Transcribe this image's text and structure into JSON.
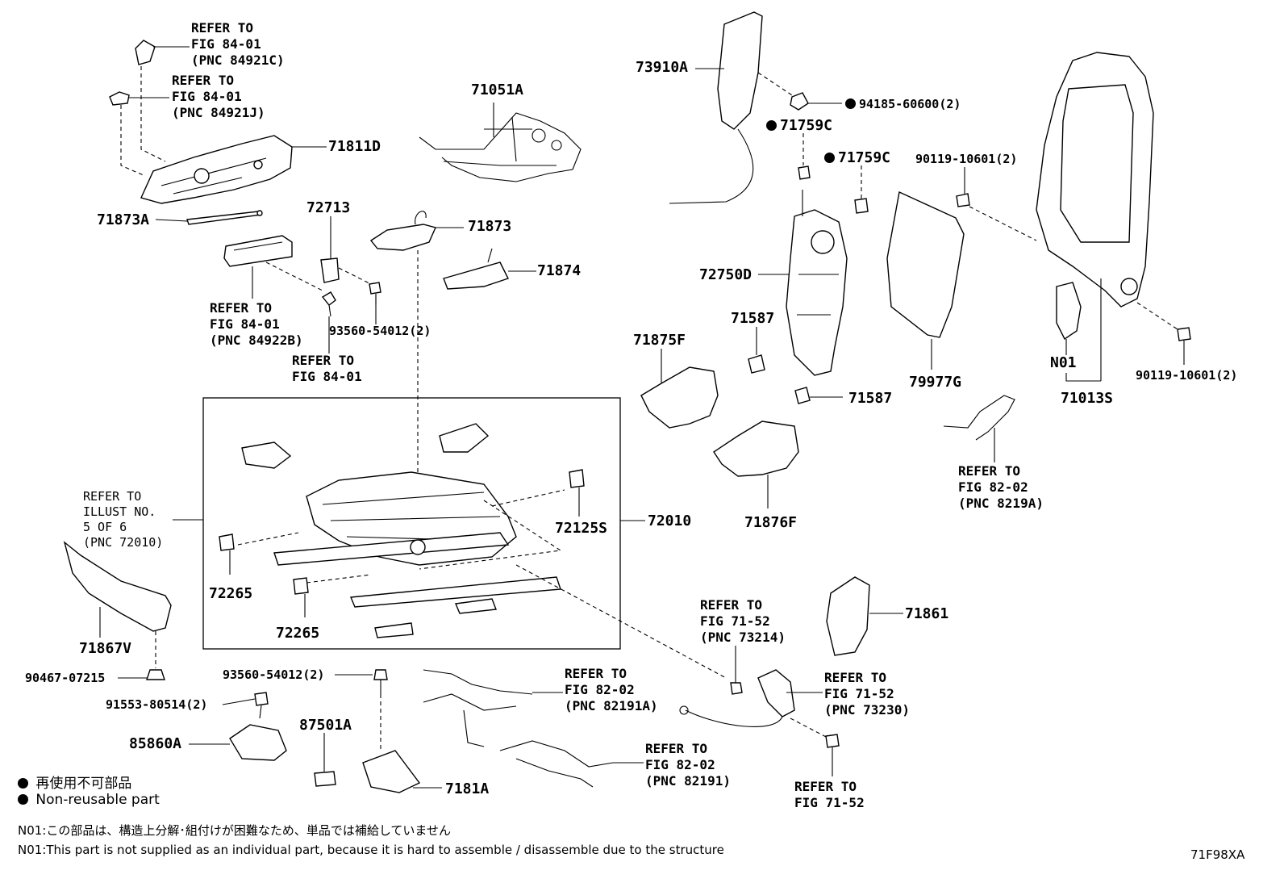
{
  "part_labels": {
    "p71811D": "71811D",
    "p71873A": "71873A",
    "p72713": "72713",
    "p71051A": "71051A",
    "p71873": "71873",
    "p71874": "71874",
    "p93560_a": "93560-54012(2)",
    "p73910A": "73910A",
    "p94185": "94185-60600(2)",
    "p71759C_a": "71759C",
    "p71759C_b": "71759C",
    "p72750D": "72750D",
    "p71587_a": "71587",
    "p71587_b": "71587",
    "p71875F": "71875F",
    "p71876F": "71876F",
    "p79977G": "79977G",
    "p90119_a": "90119-10601(2)",
    "p90119_b": "90119-10601(2)",
    "pN01": "N01",
    "p71013S": "71013S",
    "p72125S": "72125S",
    "p72010": "72010",
    "p72265_a": "72265",
    "p72265_b": "72265",
    "p71867V": "71867V",
    "p90467": "90467-07215",
    "p91553": "91553-80514(2)",
    "p85860A": "85860A",
    "p93560_b": "93560-54012(2)",
    "p87501A": "87501A",
    "p7181A": "7181A",
    "p71861": "71861"
  },
  "refs": {
    "r1": "REFER TO\nFIG 84-01\n(PNC 84921C)",
    "r2": "REFER TO\nFIG 84-01\n(PNC 84921J)",
    "r3": "REFER TO\nFIG 84-01\n(PNC 84922B)",
    "r4": "REFER TO\nFIG 84-01",
    "r5": "REFER TO\nILLUST NO.\n5 OF 6\n(PNC 72010)",
    "r6": "REFER TO\nFIG 82-02\n(PNC 8219A)",
    "r7": "REFER TO\nFIG 71-52\n(PNC 73214)",
    "r8": "REFER TO\nFIG 82-02\n(PNC 82191A)",
    "r9": "REFER TO\nFIG 71-52\n(PNC 73230)",
    "r10": "REFER TO\nFIG 82-02\n(PNC 82191)",
    "r11": "REFER TO\nFIG 71-52"
  },
  "legend": {
    "jp": "再使用不可部品",
    "en": "Non-reusable part"
  },
  "notes": {
    "n01_jp": "N01:この部品は、構造上分解･組付けが困難なため、単品では補給していません",
    "n01_en": "N01:This part is not supplied as an individual part, because it is hard to assemble / disassemble due to the structure"
  },
  "figure_id": "71F98XA"
}
